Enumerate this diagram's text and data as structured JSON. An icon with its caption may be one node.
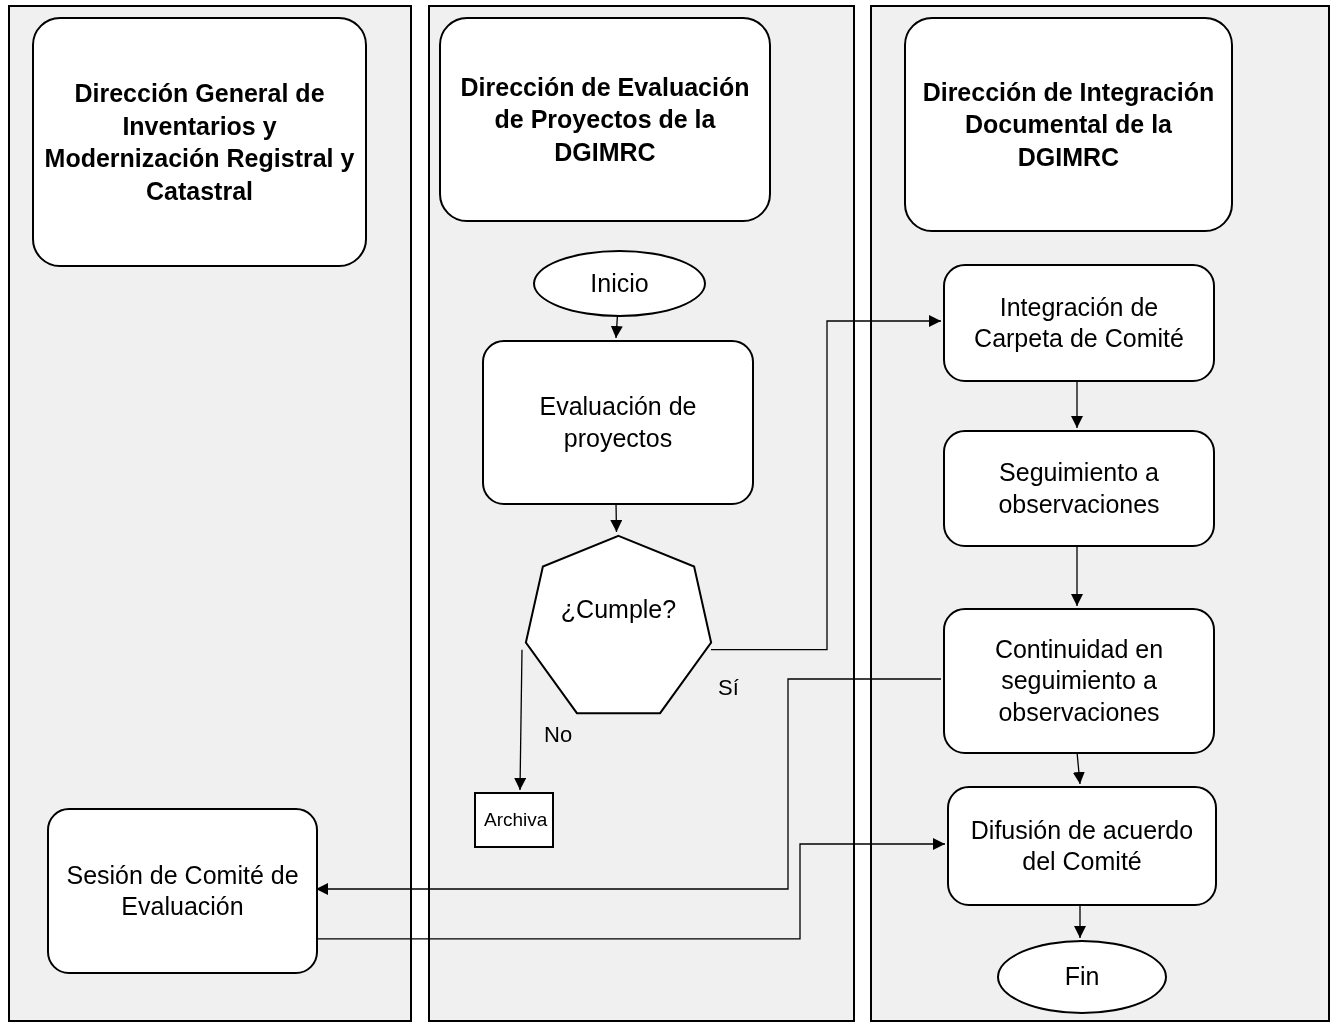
{
  "diagram": {
    "nodes": [
      {
        "text": [
          "Dirección General de Inventarios y Modernización Registral y Catastral"
        ]
      },
      {
        "text": [
          "Dirección de Evaluación de Proyectos de la DGIMRC"
        ]
      },
      {
        "text": [
          "Dirección de Integración Documental de la DGIMRC"
        ]
      },
      {
        "text": [
          "Inicio"
        ],
        "in": 1
      },
      {
        "text": [
          "Evaluación de proyectos"
        ],
        "in": 1
      },
      {
        "text": [
          "¿Cumple?"
        ],
        "in": 1
      },
      {
        "text": [
          "Archiva"
        ],
        "in": 1
      },
      {
        "text": [
          "Integración de Carpeta de Comité"
        ],
        "in": 2
      },
      {
        "text": [
          "Seguimiento a observaciones"
        ],
        "in": 2
      },
      {
        "text": [
          "Continuidad en seguimiento a observaciones"
        ],
        "in": 2
      },
      {
        "text": [
          "Difusión de acuerdo del Comité"
        ],
        "in": 2
      },
      {
        "text": [
          "Fin"
        ],
        "in": 2
      },
      {
        "text": [
          "Sesión de Comité de Evaluación"
        ],
        "in": 0
      }
    ],
    "edges": [
      {
        "from": 3,
        "to": 4,
        "arrow": "to"
      },
      {
        "from": 4,
        "to": 5,
        "arrow": "to"
      },
      {
        "from": 5,
        "to": 7,
        "arrow": "to",
        "label": "Sí"
      },
      {
        "from": 5,
        "to": 6,
        "arrow": "to",
        "label": "No"
      },
      {
        "from": 7,
        "to": 8,
        "arrow": "to"
      },
      {
        "from": 8,
        "to": 9,
        "arrow": "to"
      },
      {
        "from": 9,
        "to": 12,
        "arrow": "to"
      },
      {
        "from": 9,
        "to": 10,
        "arrow": "to"
      },
      {
        "from": 12,
        "to": 10,
        "arrow": "to"
      },
      {
        "from": 10,
        "to": 11,
        "arrow": "to"
      }
    ]
  }
}
